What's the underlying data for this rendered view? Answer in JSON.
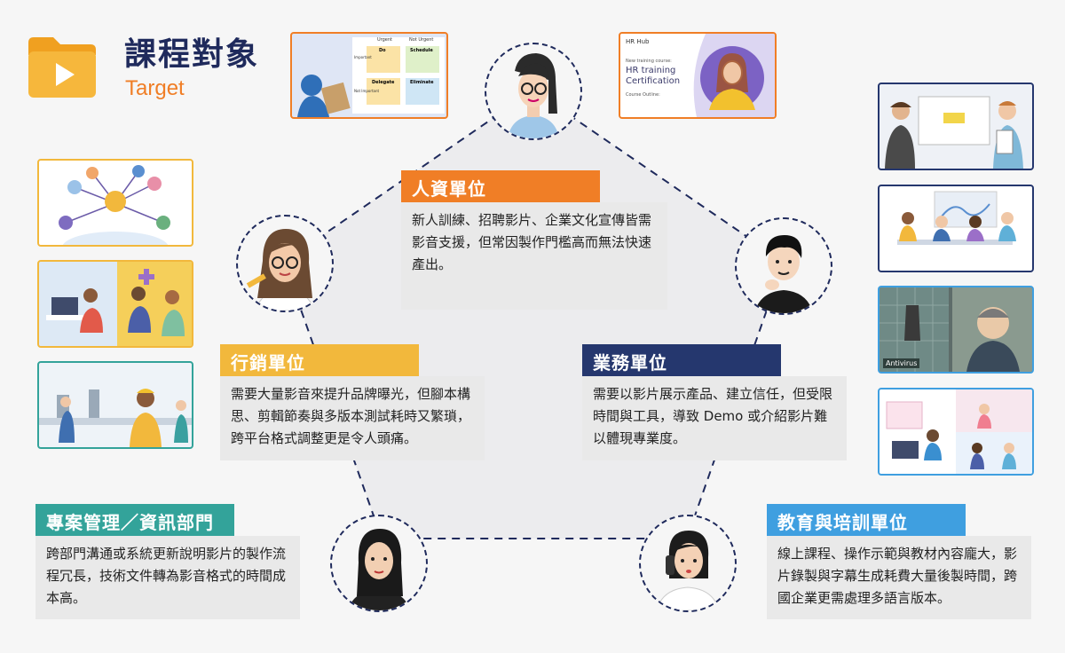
{
  "header": {
    "title_zh": "課程對象",
    "title_en": "Target"
  },
  "colors": {
    "navy": "#1f2a5c",
    "orange": "#f07e26",
    "yellow": "#f2b83c",
    "blue_dark": "#25376e",
    "teal": "#33a39a",
    "sky": "#3f9fe0"
  },
  "cards": {
    "hr": {
      "title": "人資單位",
      "text": "新人訓練、招聘影片、企業文化宣傳皆需影音支援，但常因製作門檻高而無法快速產出。"
    },
    "marketing": {
      "title": "行銷單位",
      "text": "需要大量影音來提升品牌曝光，但腳本構思、剪輯節奏與多版本測試耗時又繁瑣，跨平台格式調整更是令人頭痛。"
    },
    "sales": {
      "title": "業務單位",
      "text": "需要以影片展示產品、建立信任，但受限時間與工具，導致 Demo 或介紹影片難以體現專業度。"
    },
    "pm_it": {
      "title": "專案管理／資訊部門",
      "text": "跨部門溝通或系統更新說明影片的製作流程冗長，技術文件轉為影音格式的時間成本高。"
    },
    "education": {
      "title": "教育與培訓單位",
      "text": "線上課程、操作示範與教材內容龐大，影片錄製與字幕生成耗費大量後製時間，跨國企業更需處理多語言版本。"
    }
  },
  "thumbnails": {
    "matrix": {
      "col1": "Urgent",
      "col2": "Not Urgent",
      "row1": "Important",
      "row2": "Not Important",
      "cells": [
        "Do",
        "Schedule",
        "Delegate",
        "Eliminate"
      ]
    },
    "hrhub": {
      "logo": "HR Hub",
      "kicker": "New training course:",
      "headline1": "HR training",
      "headline2": "Certification",
      "outline": "Course Outline:"
    },
    "antivirus": {
      "label": "Antivirus"
    }
  }
}
